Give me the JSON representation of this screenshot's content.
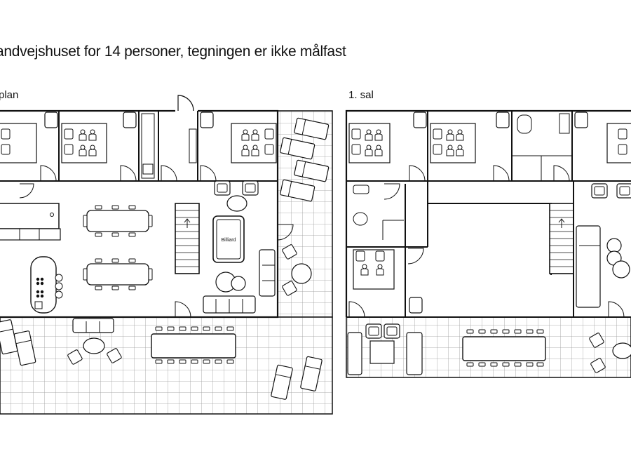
{
  "title": "andvejshuset for 14 personer, tegningen er ikke målfast",
  "floors": {
    "ground_label": "plan",
    "first_label": "1. sal"
  },
  "furniture": {
    "billiard_label": "Billiard"
  }
}
